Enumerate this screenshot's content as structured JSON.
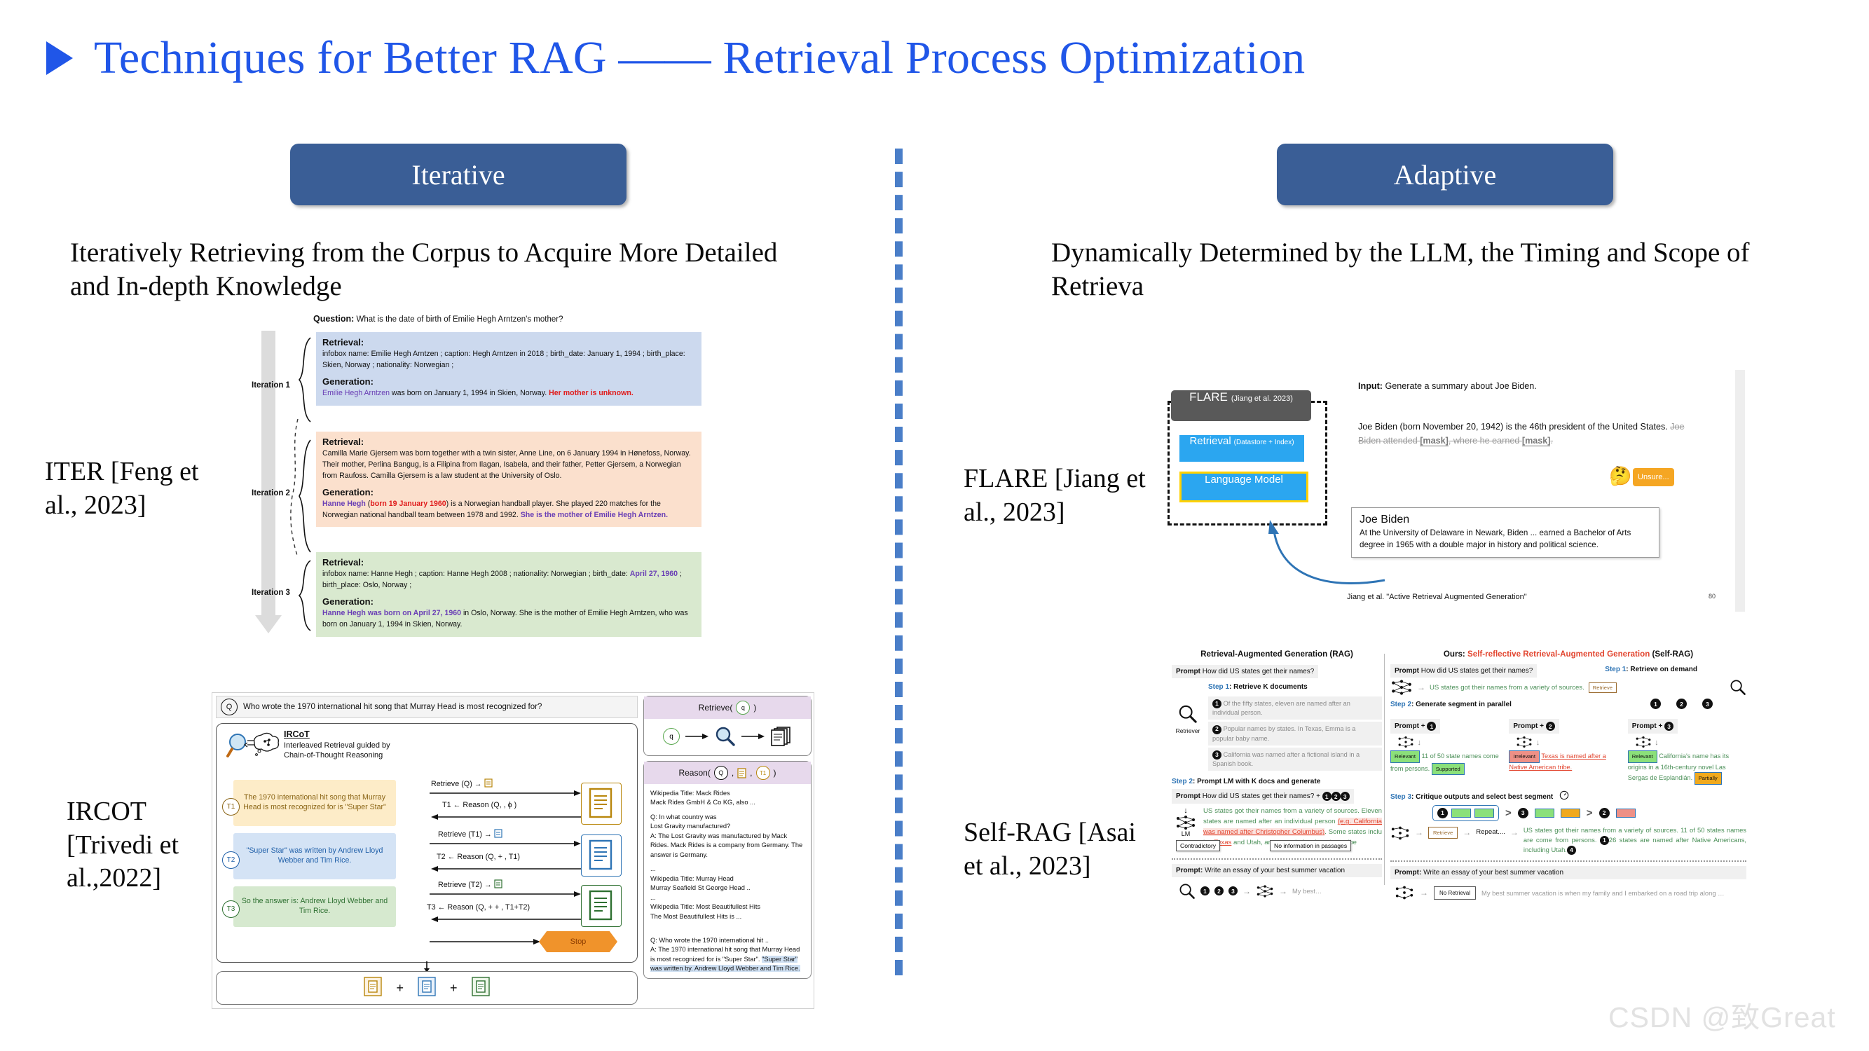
{
  "slide": {
    "title": "Techniques for Better RAG —— Retrieval Process Optimization",
    "bullet_icon": "triangle-right-icon",
    "watermark": "CSDN @致Great",
    "accent_color": "#2056E8",
    "badge_color": "#3A5E96",
    "divider_color": "#4A7EC8"
  },
  "left_column": {
    "badge": "Iterative",
    "description": "Iteratively Retrieving from the Corpus to Acquire More Detailed and In-depth Knowledge",
    "methods": [
      {
        "label": "ITER [Feng et al., 2023]"
      },
      {
        "label": "IRCOT [Trivedi et al.,2022]"
      }
    ]
  },
  "right_column": {
    "badge": "Adaptive",
    "description": "Dynamically Determined by the LLM, the Timing and Scope of Retrieva",
    "methods": [
      {
        "label": "FLARE [Jiang et al., 2023]"
      },
      {
        "label": "Self-RAG [Asai et al., 2023]"
      }
    ]
  },
  "fig_iter": {
    "question_label": "Question:",
    "question_text": "What is the date of birth of Emilie Hegh Arntzen's mother?",
    "iterations": [
      {
        "name": "Iteration 1",
        "retrieval_label": "Retrieval:",
        "retrieval_text": "infobox name: Emilie Hegh Arntzen ; caption: Hegh Arntzen in 2018 ; birth_date: January 1, 1994 ; birth_place: Skien, Norway ; nationality: Norwegian ;",
        "generation_label": "Generation:",
        "gen_a": "Emilie Hegh Arntzen",
        "gen_b": " was born on January 1, 1994 in Skien, Norway. ",
        "gen_c": "Her mother is unknown."
      },
      {
        "name": "Iteration 2",
        "retrieval_label": "Retrieval:",
        "retrieval_text": "Camilla Marie Gjersem was born together with a twin sister, Anne Line, on 6 January 1994 in Hønefoss, Norway. Their mother, Perlina Bangug, is a Filipina from Ilagan, Isabela, and their father, Petter Gjersem, a Norwegian from Raufoss. Camilla Gjersem is a law student at the University of Oslo.",
        "generation_label": "Generation:",
        "gen_a": "Hanne Hegh",
        "gen_b": " (",
        "gen_c": "born 19 January 1960",
        "gen_d": ") is a Norwegian handball player. She played 220 matches for the Norwegian national handball team between 1978 and 1992. ",
        "gen_e": "She is the mother of Emilie Hegh Arntzen."
      },
      {
        "name": "Iteration 3",
        "retrieval_label": "Retrieval:",
        "retrieval_a": "infobox name: Hanne Hegh ; caption: Hanne Hegh 2008 ; nationality: Norwegian ; birth_date: ",
        "retrieval_b": "April 27, 1960",
        "retrieval_c": " ; birth_place: Oslo, Norway ;",
        "generation_label": "Generation:",
        "gen_a": "Hanne Hegh was born on April 27, 1960",
        "gen_b": " in Oslo, Norway. She is the mother of Emilie Hegh Arntzen, who was born on January 1, 1994 in Skien, Norway."
      }
    ]
  },
  "fig_ircot": {
    "q_badge": "Q",
    "question": "Who wrote the 1970 international hit song that Murray Head is most recognized for?",
    "title": "IRCoT",
    "subtitle": "Interleaved Retrieval guided by Chain-of-Thought Reasoning",
    "thoughts": [
      {
        "id": "T1",
        "text": "The 1970 international hit song that Murray Head is most recognized for is \"Super Star\""
      },
      {
        "id": "T2",
        "text": "\"Super Star\" was written by Andrew Lloyd Webber and Tim Rice."
      },
      {
        "id": "T3",
        "text": "So the answer is: Andrew Lloyd Webber and Tim Rice."
      }
    ],
    "arrows": [
      "Retrieve (Q) →",
      "T1 ← Reason (Q,     , ϕ )",
      "Retrieve (T1) →",
      "T2 ← Reason (Q,    +    , T1)",
      "Retrieve (T2) →",
      "T3 ← Reason (Q,    +    +    , T1+T2)"
    ],
    "stop_label": "Stop",
    "retrieve_panel": {
      "header": "Retrieve(  q  )",
      "q_node": "q",
      "search_icon": "magnifier-icon",
      "docs_icon": "documents-icon"
    },
    "reason_panel": {
      "header": "Reason(  Q  ,      ,  T1  )",
      "paragraphs": [
        "Wikipedia Title: Mack Rides\nMack Rides GmbH & Co KG, also ...",
        "Q: In what country was\nLost Gravity manufactured?\nA: The Lost Gravity was manufactured by Mack Rides. Mack Rides is a company from Germany. The answer is Germany.",
        "...\nWikipedia Title: Murray Head\nMurray Seafield St George Head ..\n...\nWikipedia Title: Most Beautifullest Hits\nThe Most Beautifullest Hits is ...",
        "Q: Who wrote the 1970 international hit ..\nA: The 1970 international hit song that Murray Head is most recognized for is \"Super Star\". ",
        "\"Super Star\" was written by. Andrew Lloyd Webber and Tim Rice."
      ],
      "q_tag": "Q",
      "t1_tag": "T1"
    }
  },
  "fig_flare": {
    "box_title": "FLARE",
    "box_cite": "(Jiang et al. 2023)",
    "retrieval_label": "Retrieval",
    "retrieval_sub": "(Datastore + Index)",
    "lm_label": "Language Model",
    "input_label": "Input:",
    "input_text": " Generate a summary about Joe Biden.",
    "gen_kept": "Joe Biden (born November 20, 1942) is the 46th president of the United States. ",
    "gen_struck_1": "Joe Biden attended ",
    "gen_mask_1": "[mask]",
    "gen_struck_2": ", where he earned ",
    "gen_mask_2": "[mask]",
    "gen_struck_3": ".",
    "unsure_label": "Unsure...",
    "thinking_icon": "thinking-face-icon",
    "card_title": "Joe Biden",
    "card_body": "At the University of Delaware in Newark, Biden ... earned a Bachelor of Arts degree in 1965 with a double major in history and political science.",
    "citation": "Jiang et al. \"Active Retrieval Augmented Generation\"",
    "page_number": "80"
  },
  "fig_selfrag": {
    "left": {
      "title": "Retrieval-Augmented Generation (RAG)",
      "prompt_label": "Prompt",
      "prompt_text": " How did US states get their names?",
      "step1": "Step 1",
      "step1_text": ": Retrieve K documents",
      "retriever_label": "Retriever",
      "search_icon": "magnifier-icon",
      "docs": [
        "Of the fifty states, eleven are named after an individual person.",
        "Popular names by states. In Texas, Emma is a popular baby name.",
        "California was named after a fictional island in a Spanish book."
      ],
      "step2": "Step 2",
      "step2_text": ": Prompt LM with K docs and generate",
      "prompt2_label": "Prompt",
      "prompt2_text": " How did US states get their names? + ",
      "lm_label": "LM",
      "gen_a": "US states got their names from a variety of sources. Eleven states are named after an individual person ",
      "gen_bad": "(e.g. California was named after Christopher Columbus)",
      "gen_b": ". Some states inclu ing ",
      "gen_bad2": "Texas",
      "gen_c": " and Utah, are named after American tribe",
      "callout_1": "Contradictory",
      "callout_2": "No information in passages",
      "bottom_prompt_label": "Prompt:",
      "bottom_prompt_text": " Write an essay of your best summer vacation",
      "bottom_out": "My best…"
    },
    "right": {
      "title_a": "Ours: ",
      "title_b": "Self-reflective Retrieval-Augmented Generation ",
      "title_c": "(Self-RAG)",
      "prompt_label": "Prompt",
      "prompt_text": " How did US states get their names?",
      "step1": "Step 1",
      "step1_text": ": Retrieve on demand",
      "lm_out": "US states got their names from a variety of sources.",
      "retrieve_tag": "Retrieve",
      "step2": "Step 2",
      "step2_text": ": Generate segment in parallel",
      "branches": [
        {
          "prompt": "Prompt + ",
          "num": "1",
          "tag": "Relevant",
          "tag_kind": "green",
          "text": "11 of 50 state names come from persons.",
          "tag2": "Supported",
          "tag2_kind": "green"
        },
        {
          "prompt": "Prompt + ",
          "num": "2",
          "tag": "Irrelevant",
          "tag_kind": "red",
          "text": "Texas is named after a Native American tribe.",
          "tag2": "",
          "tag2_kind": ""
        },
        {
          "prompt": "Prompt + ",
          "num": "3",
          "tag": "Relevant",
          "tag_kind": "green",
          "text": "California's name has its origins in a 16th-century novel Las Sergas de Esplandián.",
          "tag2": "Partially",
          "tag2_kind": "orange"
        }
      ],
      "step3": "Step 3",
      "step3_text": ": Critique outputs and select best segment",
      "ranking": [
        "1",
        "3",
        "2"
      ],
      "repeat_label": "Repeat....",
      "retrieve_tag2": "Retrieve",
      "final_a": "US states got their names from a variety of sources. 11 of 50 states names are come from persons. ",
      "final_b": "26 states are named after Native Americans, including Utah.",
      "bottom_prompt_label": "Prompt:",
      "bottom_prompt_text": " Write an essay of your best summer vacation",
      "no_retrieval_tag": "No Retrieval",
      "bottom_out": "My best summer vacation is when my family and I embarked on a road trip along …"
    }
  }
}
